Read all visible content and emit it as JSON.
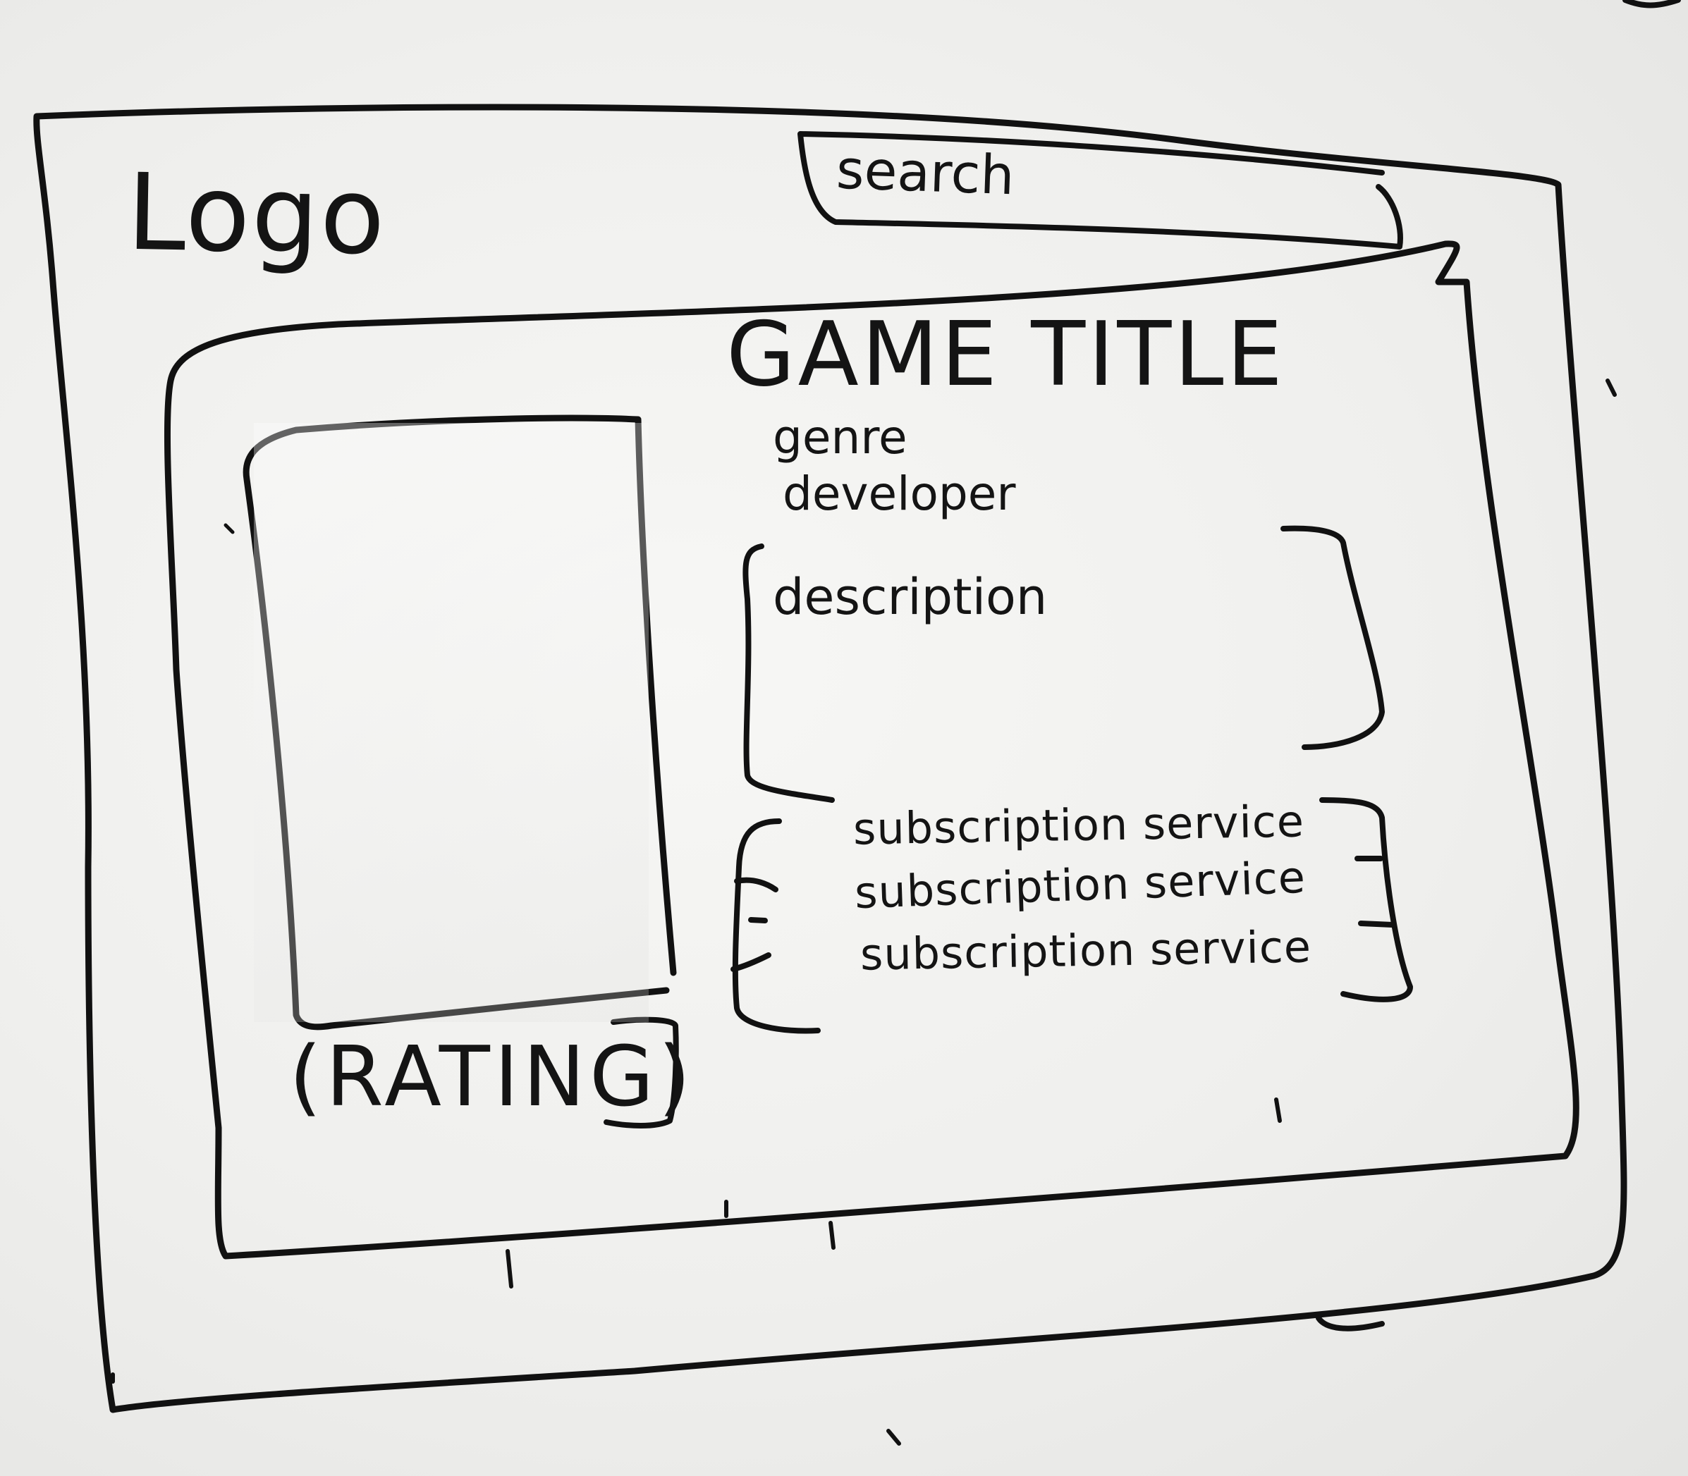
{
  "header": {
    "logo_text": "Logo",
    "search_placeholder": "search"
  },
  "game": {
    "title": "GAME TITLE",
    "genre": "genre",
    "developer": "developer",
    "description": "description",
    "rating": "(RATING)"
  },
  "subscriptions": [
    {
      "label": "subscription service"
    },
    {
      "label": "subscription service"
    },
    {
      "label": "subscription service"
    }
  ]
}
